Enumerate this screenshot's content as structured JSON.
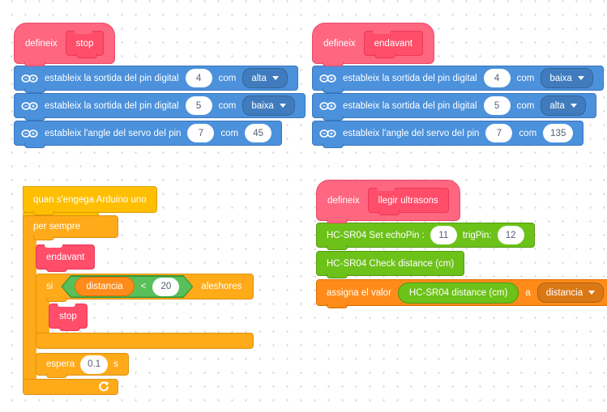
{
  "workspace": {
    "background_color": "#ffffff",
    "grid_dot_color": "#d9dde3"
  },
  "palette_colors": {
    "definition_hat_pink": "#FF6680",
    "procedure_call_pink": "#FF4D6A",
    "pin_block_blue": "#4B91DC",
    "event_hat_yellow": "#FFBF00",
    "control_orange": "#FFAB19",
    "operator_green": "#59C059",
    "variable_orange": "#FF8C1A",
    "ultrasonic_green": "#6CC218",
    "field_text_gray": "#575E75"
  },
  "def_stop": {
    "hat_keyword": "defineix",
    "proc_name": "stop",
    "rows": [
      {
        "label": "estableix la sortida del pin digital",
        "pin": "4",
        "com": "com",
        "mode": "alta"
      },
      {
        "label": "estableix la sortida del pin digital",
        "pin": "5",
        "com": "com",
        "mode": "baixa"
      },
      {
        "label": "estableix l'angle del servo del pin",
        "pin": "7",
        "com": "com",
        "angle": "45"
      }
    ]
  },
  "def_endavant": {
    "hat_keyword": "defineix",
    "proc_name": "endavant",
    "rows": [
      {
        "label": "estableix la sortida del pin digital",
        "pin": "4",
        "com": "com",
        "mode": "baixa"
      },
      {
        "label": "estableix la sortida del pin digital",
        "pin": "5",
        "com": "com",
        "mode": "alta"
      },
      {
        "label": "estableix l'angle del servo del pin",
        "pin": "7",
        "com": "com",
        "angle": "135"
      }
    ]
  },
  "main_script": {
    "hat_label": "quan s'engega Arduino uno",
    "forever_label": "per sempre",
    "call_endavant": "endavant",
    "if_label": "si",
    "then_label": "aleshores",
    "condition": {
      "variable": "distancia",
      "operator": "<",
      "value": "20"
    },
    "call_stop": "stop",
    "wait_label": "espera",
    "wait_value": "0.1",
    "wait_unit": "s"
  },
  "def_ultrasons": {
    "hat_keyword": "defineix",
    "proc_name": "llegir ultrasons",
    "set_label": "HC-SR04 Set echoPin :",
    "echo_pin": "11",
    "trig_label": "trigPin:",
    "trig_pin": "12",
    "check_label": "HC-SR04 Check distance (cm)",
    "assign_label": "assigna el valor",
    "reporter_label": "HC-SR04 distance (cm)",
    "to_label": "a",
    "variable": "distancia"
  }
}
